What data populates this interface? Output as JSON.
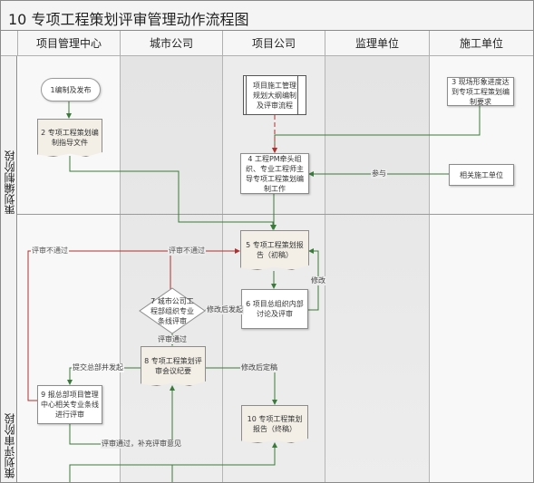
{
  "title": "10 专项工程策划评审管理动作流程图",
  "columns": [
    "项目管理中心",
    "城市公司",
    "项目公司",
    "监理单位",
    "施工单位"
  ],
  "phases": [
    "策划编制阶段",
    "策划评审阶段"
  ],
  "nodes": {
    "n1": "1编制及发布",
    "n2": "2 专项工程策划编制指导文件",
    "n3": "3 现场形象进度达到专项工程策划编制要求",
    "nsub": "项目施工管理规划大纲编制及评审流程",
    "n4": "4 工程PM牵头组织、专业工程师主导专项工程策划编制工作",
    "ncontractor": "相关施工单位",
    "n5": "5 专项工程策划报告（初稿）",
    "n6": "6 项目总组织内部讨论及评审",
    "n7": "7 城市公司工程部组织专业条线评审",
    "n8": "8 专项工程策划评审会议纪要",
    "n9": "9 报总部项目管理中心相关专业条线进行评审",
    "n10": "10 专项工程策划报告（终稿）"
  },
  "edge_labels": {
    "participate": "参与",
    "review_fail_left": "评审不通过",
    "review_fail_mid": "评审不通过",
    "revise": "修改",
    "revise_submit": "修改后发起",
    "review_pass": "评审通过",
    "submit_hq": "提交总部并发起",
    "revise_finalize": "修改后定稿",
    "pass_supplement": "评审通过，补充评审意见"
  },
  "colors": {
    "accept_arrow": "#3a7a3a",
    "reject_arrow": "#b03030",
    "doc_fill": "#f3efe6"
  }
}
